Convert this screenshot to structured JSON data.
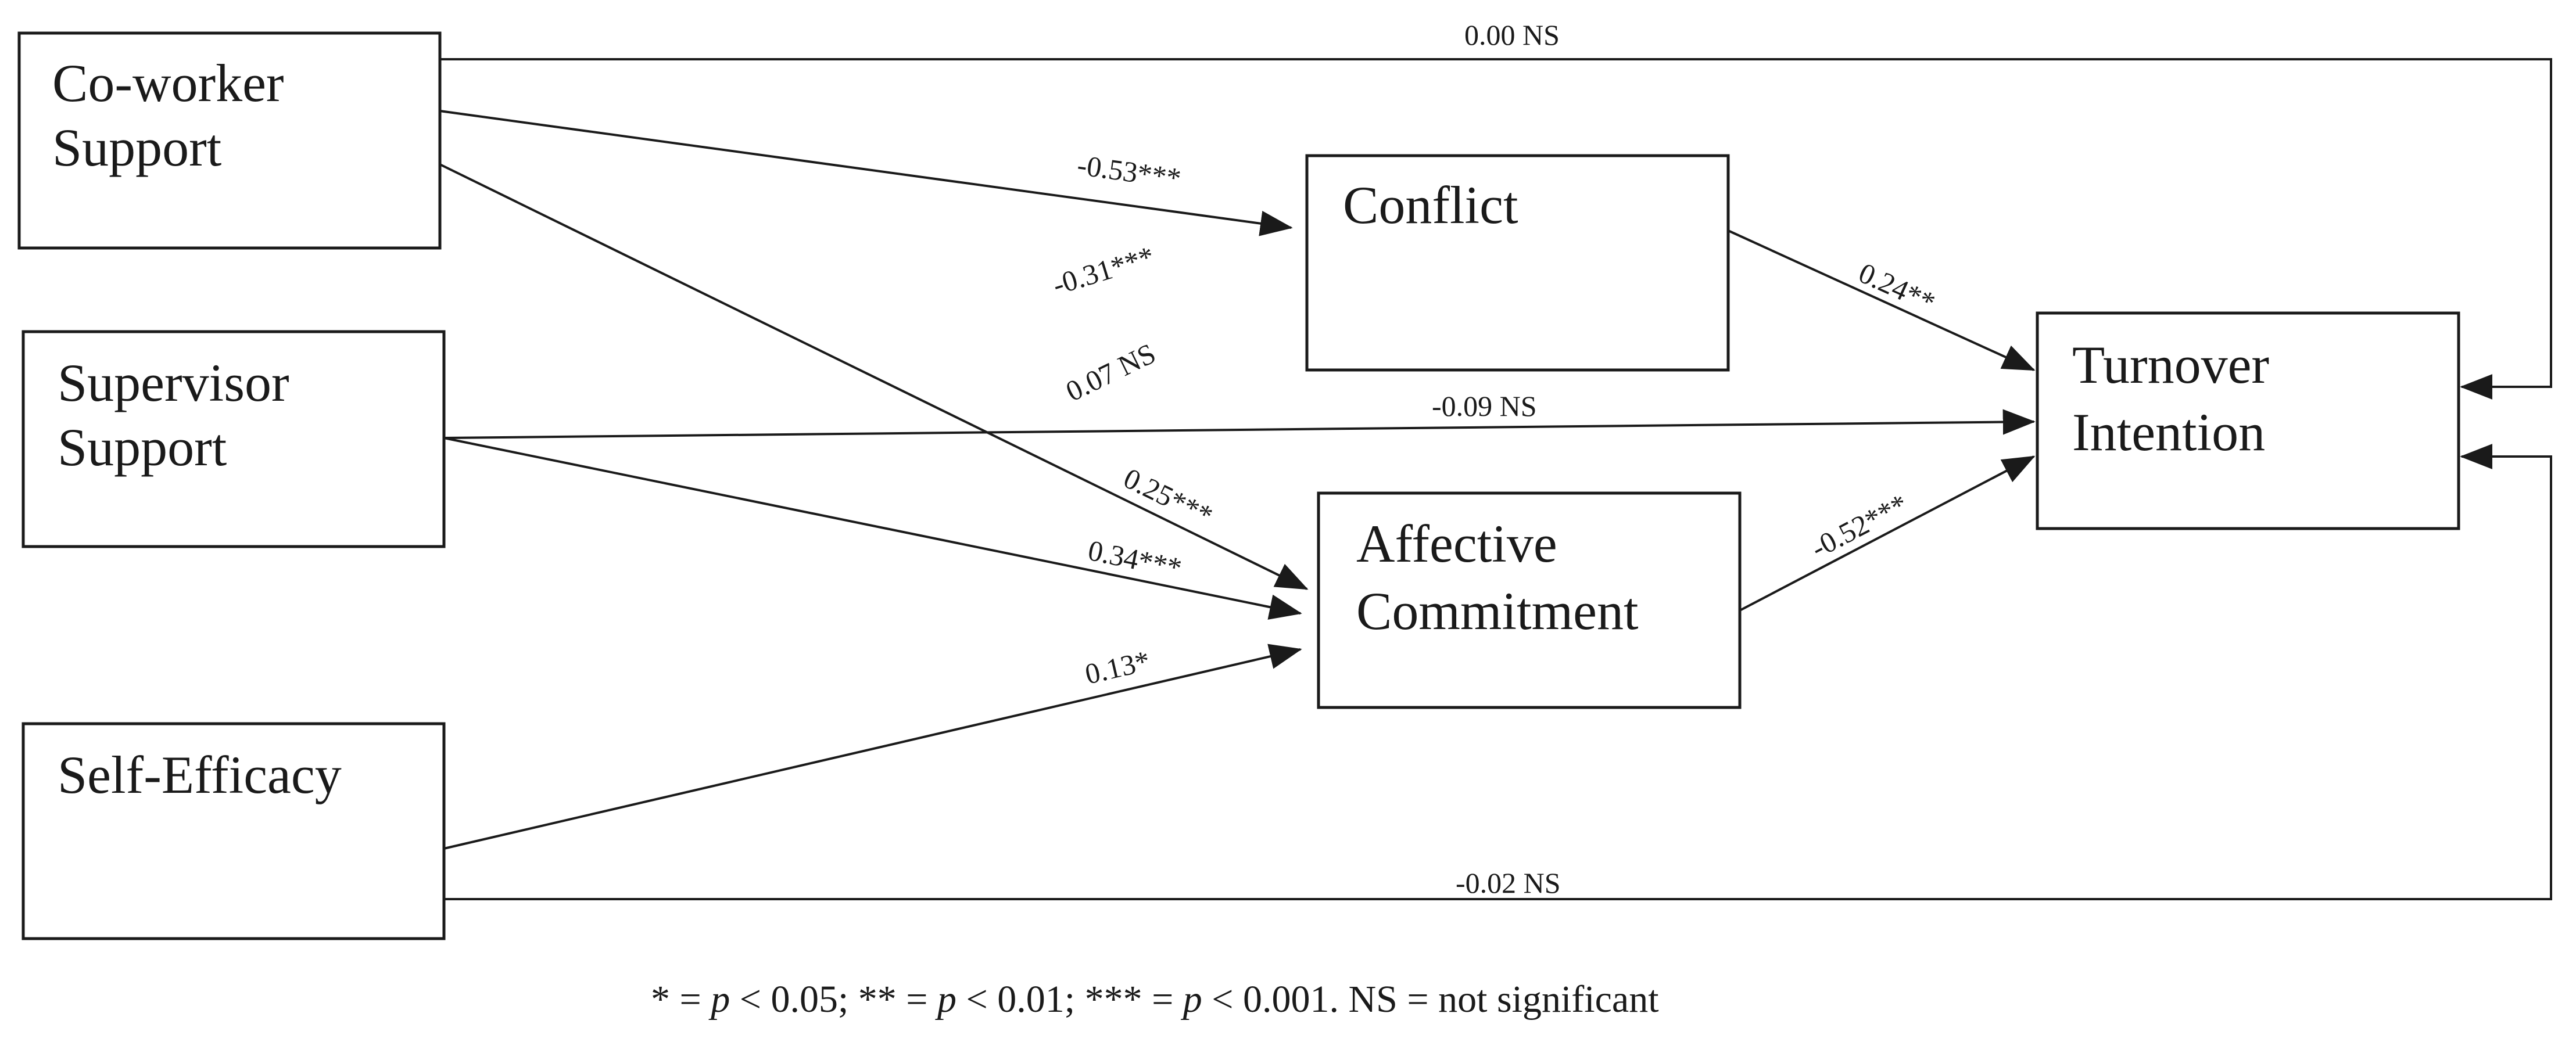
{
  "nodes": {
    "coworker": {
      "line1": "Co-worker",
      "line2": "Support"
    },
    "supervisor": {
      "line1": "Supervisor",
      "line2": "Support"
    },
    "selfefficacy": {
      "line1": "Self-Efficacy"
    },
    "conflict": {
      "line1": "Conflict"
    },
    "affective": {
      "line1": "Affective",
      "line2": "Commitment"
    },
    "turnover": {
      "line1": "Turnover",
      "line2": "Intention"
    }
  },
  "paths": {
    "coworker_turnover": "0.00 NS",
    "coworker_conflict": "-0.53***",
    "coworker_affective": "0.25***",
    "supervisor_conflict": "-0.31***",
    "supervisor_turnover": "-0.09 NS",
    "supervisor_affective": "0.34***",
    "selfefficacy_conflict": "0.07 NS",
    "selfefficacy_affective": "0.13*",
    "selfefficacy_turnover": "-0.02 NS",
    "conflict_turnover": "0.24**",
    "affective_turnover": "-0.52***"
  },
  "footnote": {
    "s1": "* = ",
    "p1": "p",
    "s2": " < 0.05; ** = ",
    "p2": "p",
    "s3": " < 0.01; *** = ",
    "p3": "p",
    "s4": " < 0.001. NS = not significant"
  }
}
